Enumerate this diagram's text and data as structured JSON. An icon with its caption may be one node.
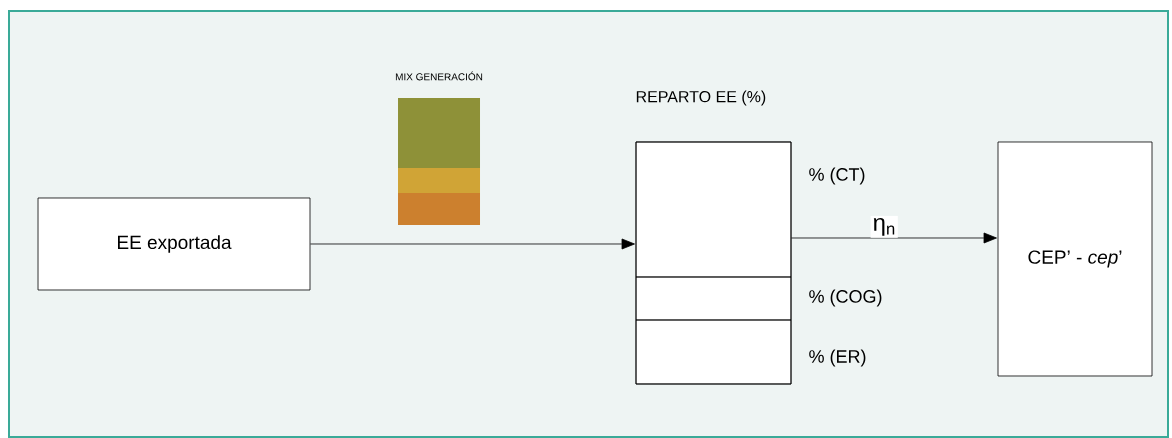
{
  "diagram": {
    "nodes": [
      {
        "text": [
          "EE exportada"
        ]
      },
      {
        "text": [
          "MIX GENERACIÓN"
        ]
      },
      {
        "text": [
          "REPARTO EE (%)"
        ]
      },
      {
        "text": [],
        "shape": "box",
        "in": 2,
        "beside": [
          "% (CT)"
        ]
      },
      {
        "text": [],
        "shape": "box",
        "in": 2,
        "beside": [
          "% (COG)"
        ]
      },
      {
        "text": [],
        "shape": "box",
        "in": 2,
        "beside": [
          "% (ER)"
        ]
      },
      {
        "text": [
          "CEP’ - *cep*’"
        ]
      }
    ],
    "edges": [
      {
        "from": 0,
        "to": 2,
        "arrow": "to"
      },
      {
        "from": 3,
        "to": 6,
        "arrow": "to",
        "label": "η$_{n}$"
      }
    ]
  }
}
